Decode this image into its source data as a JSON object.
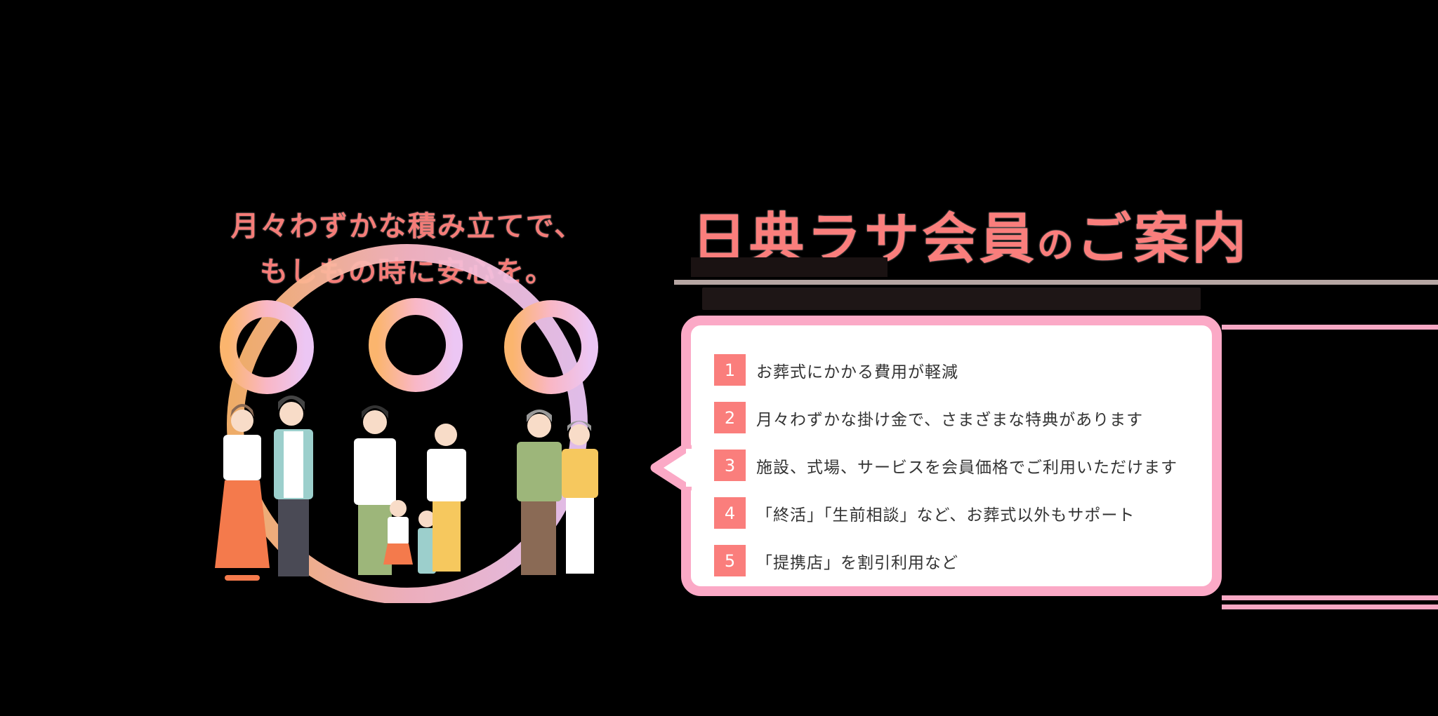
{
  "left": {
    "catchcopy_line1": "月々わずかな積み立てで、",
    "catchcopy_line2": "もしもの時に安心を。"
  },
  "right": {
    "title_part1": "日典ラサ会員",
    "title_part2": "の",
    "title_part3": "ご案内"
  },
  "benefits": {
    "items": [
      {
        "num": "1",
        "text": "お葬式にかかる費用が軽減"
      },
      {
        "num": "2",
        "text": "月々わずかな掛け金で、さまざまな特典があります"
      },
      {
        "num": "3",
        "text": "施設、式場、サービスを会員価格でご利用いただけます"
      },
      {
        "num": "4",
        "text": "「終活」「生前相談」など、お葬式以外もサポート"
      },
      {
        "num": "5",
        "text": "「提携店」を割引利用など"
      }
    ]
  },
  "colors": {
    "accent": "#fa7e7c",
    "border_pink": "#fba9c6",
    "background": "#000000",
    "rule_gray": "#b6a6a3"
  }
}
